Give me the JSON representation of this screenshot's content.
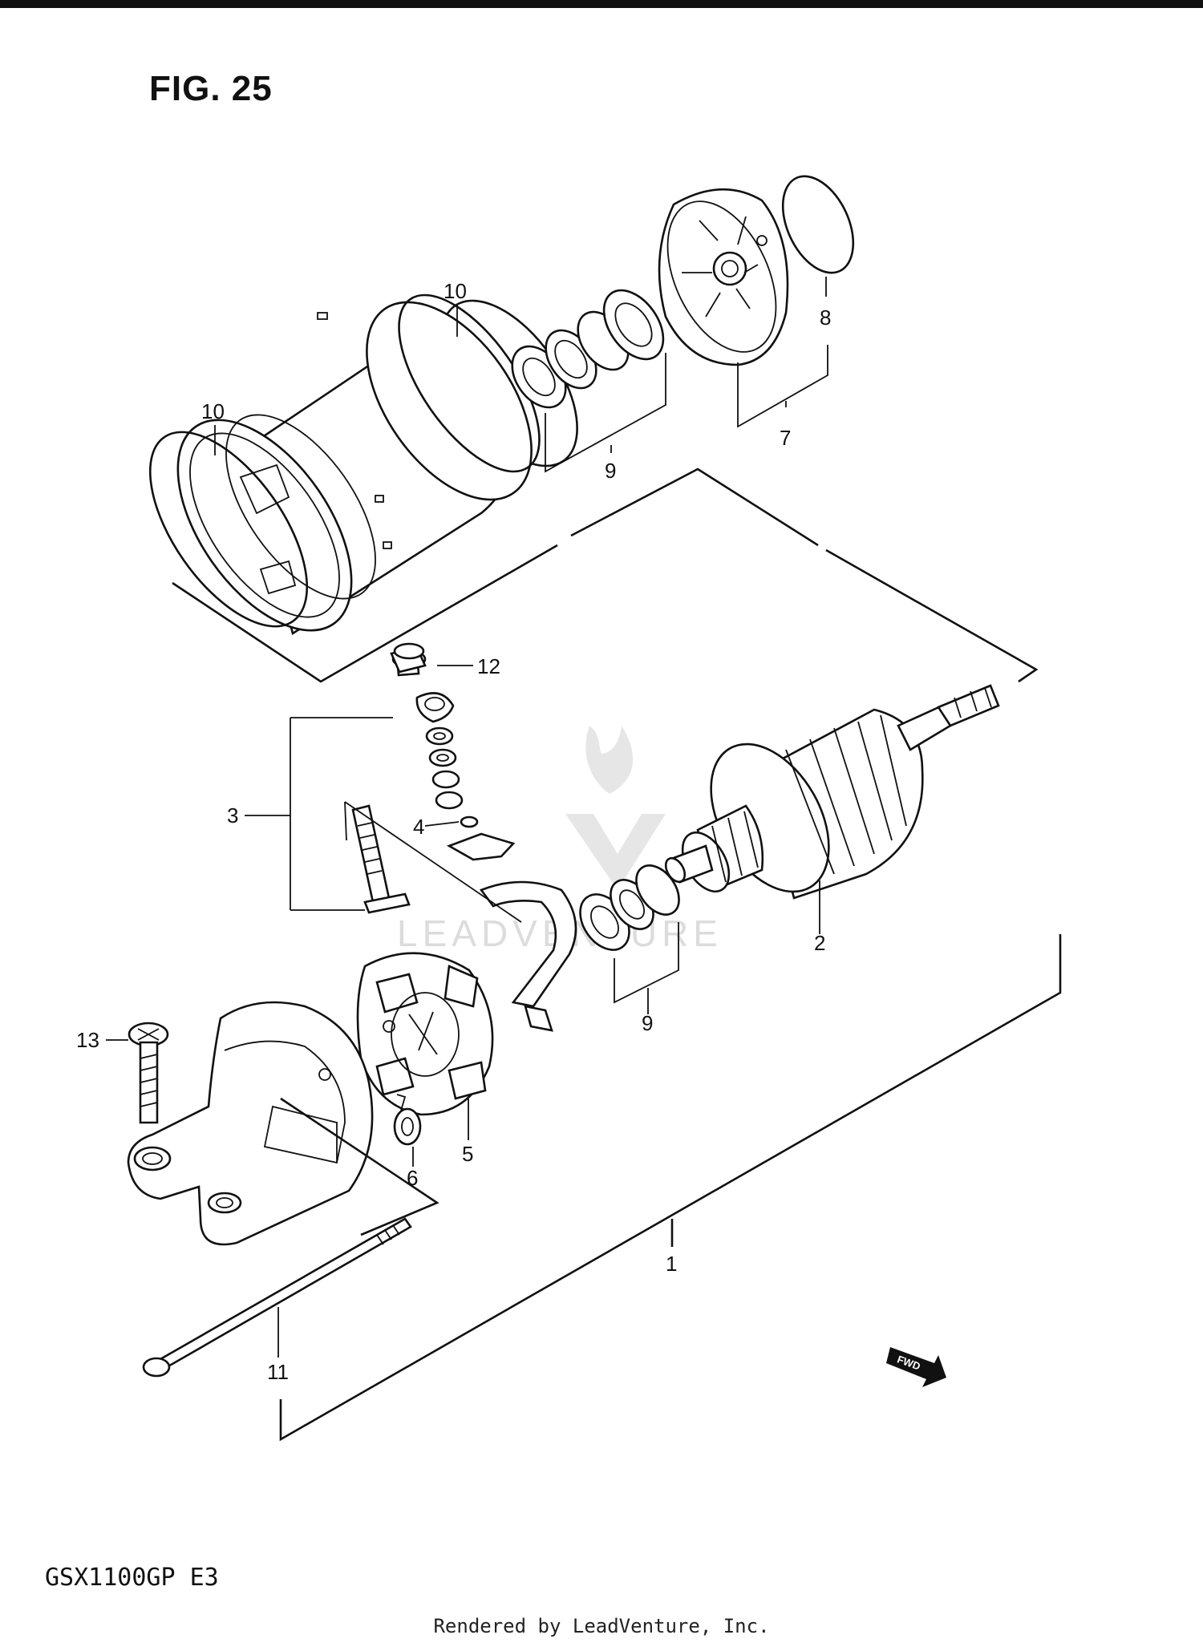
{
  "figure": {
    "title": "FIG. 25",
    "model_code": "GSX1100GP  E3",
    "footer": "Rendered by LeadVenture, Inc.",
    "watermark": "LEADVENTURE",
    "fwd_label": "FWD"
  },
  "callouts": [
    {
      "id": "1",
      "label": "1"
    },
    {
      "id": "2",
      "label": "2"
    },
    {
      "id": "3",
      "label": "3"
    },
    {
      "id": "4",
      "label": "4"
    },
    {
      "id": "5",
      "label": "5"
    },
    {
      "id": "6",
      "label": "6"
    },
    {
      "id": "7",
      "label": "7"
    },
    {
      "id": "8",
      "label": "8"
    },
    {
      "id": "9a",
      "label": "9"
    },
    {
      "id": "9b",
      "label": "9"
    },
    {
      "id": "10a",
      "label": "10"
    },
    {
      "id": "10b",
      "label": "10"
    },
    {
      "id": "11",
      "label": "11"
    },
    {
      "id": "12",
      "label": "12"
    },
    {
      "id": "13",
      "label": "13"
    }
  ]
}
